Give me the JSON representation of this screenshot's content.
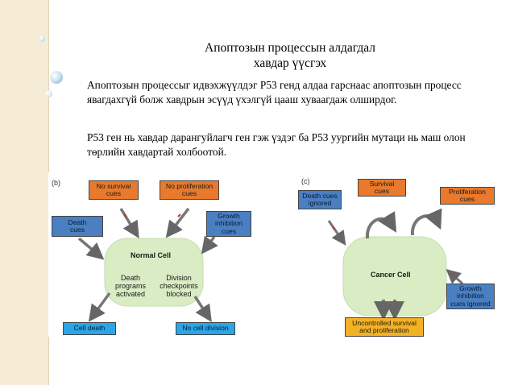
{
  "slide": {
    "title_line1": "Апоптозын процессын алдагдал",
    "title_line2": "хавдар үүсгэх",
    "paragraph1": "Апоптозын процессыг идвэхжүүлдэг Р53 генд алдаа гарснаас апоптозын процесс явагдахгүй болж хавдрын эсүүд үхэлгүй цааш хуваагдаж олширдог.",
    "paragraph2": "Р53 ген нь хавдар дарангуйлагч ген гэж үздэг ба Р53 уургийн мутаци нь маш олон төрлийн хавдартай холбоотой."
  },
  "figure_b": {
    "panel_label": "(b)",
    "no_survival_1": "No survival",
    "no_survival_2": "cues",
    "no_prolif_1": "No proliferation",
    "no_prolif_2": "cues",
    "death_1": "Death",
    "death_2": "cues",
    "growth_1": "Growth",
    "growth_2": "inhibition",
    "growth_3": "cues",
    "cell_title": "Normal Cell",
    "death_prog_1": "Death",
    "death_prog_2": "programs",
    "death_prog_3": "activated",
    "division_1": "Division",
    "division_2": "checkpoints",
    "division_3": "blocked",
    "cell_death": "Cell death",
    "no_division": "No cell division"
  },
  "figure_c": {
    "panel_label": "(c)",
    "survival_1": "Survival",
    "survival_2": "cues",
    "death_ignored_1": "Death cues",
    "death_ignored_2": "ignored",
    "prolif_1": "Proliferation",
    "prolif_2": "cues",
    "cell_title": "Cancer Cell",
    "growth_ign_1": "Growth",
    "growth_ign_2": "inhibition",
    "growth_ign_3": "cues ignored",
    "uncontrolled_1": "Uncontrolled survival",
    "uncontrolled_2": "and proliferation"
  },
  "colors": {
    "strip": "#f6ecd6",
    "signal_orange": "#e8792d",
    "signal_blue": "#4a7fc1",
    "outcome_blue": "#2aa6e6",
    "outcome_yellow": "#f3b124",
    "cell_green": "#d9ecc4"
  }
}
